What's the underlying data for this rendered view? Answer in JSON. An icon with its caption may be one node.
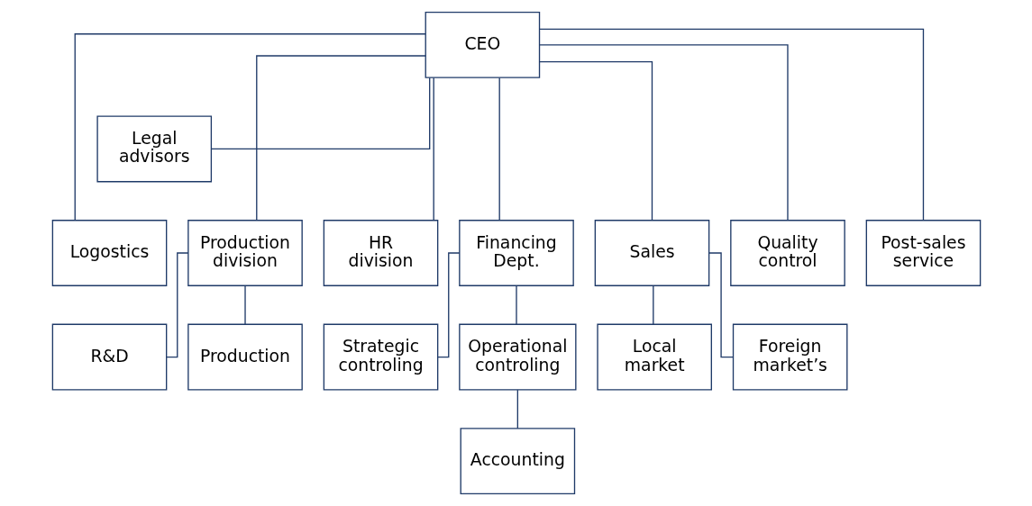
{
  "diagram": {
    "nodes": [
      {
        "text": [
          "CEO"
        ]
      },
      {
        "text": [
          "Legal advisors"
        ]
      },
      {
        "text": [
          "Production division"
        ]
      },
      {
        "text": [
          "HR division"
        ]
      },
      {
        "text": [
          "Financing Dept."
        ]
      },
      {
        "text": [
          "Logostics"
        ]
      },
      {
        "text": [
          "Sales"
        ]
      },
      {
        "text": [
          "Quality control"
        ]
      },
      {
        "text": [
          "Post-sales service"
        ]
      },
      {
        "text": [
          "R&D"
        ]
      },
      {
        "text": [
          "Production"
        ]
      },
      {
        "text": [
          "Strategic controling"
        ]
      },
      {
        "text": [
          "Operational controling"
        ]
      },
      {
        "text": [
          "Accounting"
        ]
      },
      {
        "text": [
          "Local market"
        ]
      },
      {
        "text": [
          "Foreign market’s"
        ]
      }
    ],
    "edges": [
      {
        "from": 0,
        "to": 1,
        "arrow": "none"
      },
      {
        "from": 0,
        "to": 2,
        "arrow": "none"
      },
      {
        "from": 0,
        "to": 3,
        "arrow": "none"
      },
      {
        "from": 0,
        "to": 4,
        "arrow": "none"
      },
      {
        "from": 0,
        "to": 5,
        "arrow": "none"
      },
      {
        "from": 0,
        "to": 6,
        "arrow": "none"
      },
      {
        "from": 0,
        "to": 7,
        "arrow": "none"
      },
      {
        "from": 0,
        "to": 8,
        "arrow": "none"
      },
      {
        "from": 2,
        "to": 9,
        "arrow": "none"
      },
      {
        "from": 2,
        "to": 10,
        "arrow": "none"
      },
      {
        "from": 4,
        "to": 11,
        "arrow": "none"
      },
      {
        "from": 4,
        "to": 12,
        "arrow": "none"
      },
      {
        "from": 12,
        "to": 13,
        "arrow": "none"
      },
      {
        "from": 6,
        "to": 14,
        "arrow": "none"
      },
      {
        "from": 6,
        "to": 15,
        "arrow": "none"
      }
    ]
  }
}
